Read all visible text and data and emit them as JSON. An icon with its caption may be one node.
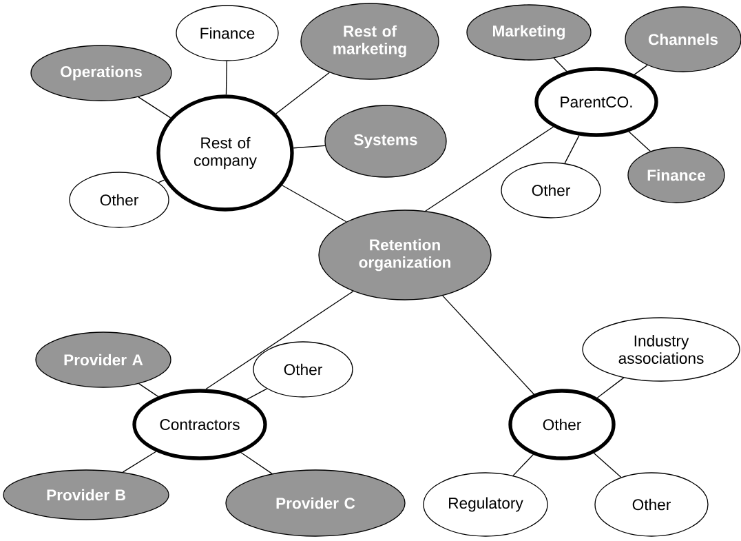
{
  "diagram": {
    "nodes": [
      {
        "text": [
          "Retention organization"
        ]
      },
      {
        "text": [
          "Rest of company"
        ]
      },
      {
        "text": [
          "Finance"
        ]
      },
      {
        "text": [
          "Rest of marketing"
        ]
      },
      {
        "text": [
          "Operations"
        ]
      },
      {
        "text": [
          "Systems"
        ]
      },
      {
        "text": [
          "Other"
        ]
      },
      {
        "text": [
          "ParentCO."
        ]
      },
      {
        "text": [
          "Marketing"
        ]
      },
      {
        "text": [
          "Channels"
        ]
      },
      {
        "text": [
          "Other"
        ]
      },
      {
        "text": [
          "Finance"
        ]
      },
      {
        "text": [
          "Contractors"
        ]
      },
      {
        "text": [
          "Provider A"
        ]
      },
      {
        "text": [
          "Other"
        ]
      },
      {
        "text": [
          "Provider B"
        ]
      },
      {
        "text": [
          "Provider C"
        ]
      },
      {
        "text": [
          "Other"
        ]
      },
      {
        "text": [
          "Industry associations"
        ]
      },
      {
        "text": [
          "Regulatory"
        ]
      },
      {
        "text": [
          "Other"
        ]
      }
    ],
    "edges": [
      {
        "from": 0,
        "to": 1,
        "arrow": "none"
      },
      {
        "from": 0,
        "to": 7,
        "arrow": "none"
      },
      {
        "from": 0,
        "to": 12,
        "arrow": "none"
      },
      {
        "from": 0,
        "to": 17,
        "arrow": "none"
      },
      {
        "from": 1,
        "to": 2,
        "arrow": "none"
      },
      {
        "from": 1,
        "to": 3,
        "arrow": "none"
      },
      {
        "from": 1,
        "to": 4,
        "arrow": "none"
      },
      {
        "from": 1,
        "to": 5,
        "arrow": "none"
      },
      {
        "from": 1,
        "to": 6,
        "arrow": "none"
      },
      {
        "from": 7,
        "to": 8,
        "arrow": "none"
      },
      {
        "from": 7,
        "to": 9,
        "arrow": "none"
      },
      {
        "from": 7,
        "to": 10,
        "arrow": "none"
      },
      {
        "from": 7,
        "to": 11,
        "arrow": "none"
      },
      {
        "from": 12,
        "to": 13,
        "arrow": "none"
      },
      {
        "from": 12,
        "to": 14,
        "arrow": "none"
      },
      {
        "from": 12,
        "to": 15,
        "arrow": "none"
      },
      {
        "from": 12,
        "to": 16,
        "arrow": "none"
      },
      {
        "from": 17,
        "to": 18,
        "arrow": "none"
      },
      {
        "from": 17,
        "to": 19,
        "arrow": "none"
      },
      {
        "from": 17,
        "to": 20,
        "arrow": "none"
      }
    ]
  }
}
